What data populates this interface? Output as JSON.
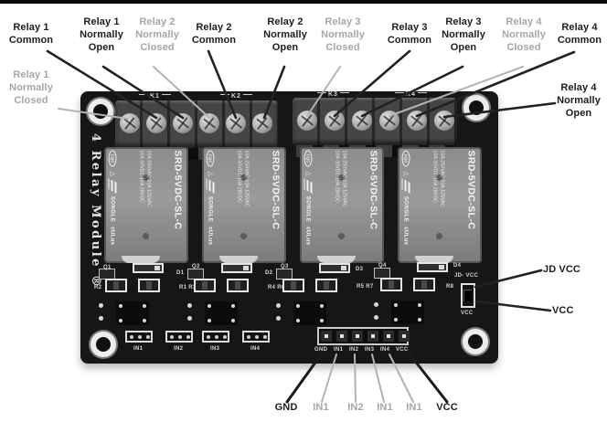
{
  "figure": {
    "description_type": "annotated-relay-module-diagram",
    "colors": {
      "background": "#ffffff",
      "board": "#161616",
      "label_dark": "#1d1d1d",
      "label_gray": "#a6a6a6",
      "silkscreen": "#d6d6d6",
      "relay_body": "#8d8d8d"
    }
  },
  "labels": {
    "top": [
      {
        "text": "Relay 1\nCommon",
        "tone": "dark"
      },
      {
        "text": "Relay 1\nNormally\nOpen",
        "tone": "dark"
      },
      {
        "text": "Relay 2\nNormally\nClosed",
        "tone": "gray"
      },
      {
        "text": "Relay 2\nCommon",
        "tone": "dark"
      },
      {
        "text": "Relay 2\nNormally\nOpen",
        "tone": "dark"
      },
      {
        "text": "Relay 3\nNormally\nClosed",
        "tone": "gray"
      },
      {
        "text": "Relay 3\nCommon",
        "tone": "dark"
      },
      {
        "text": "Relay 3\nNormally\nOpen",
        "tone": "dark"
      },
      {
        "text": "Relay 4\nNormally\nClosed",
        "tone": "gray"
      },
      {
        "text": "Relay 4\nCommon",
        "tone": "dark"
      }
    ],
    "left": {
      "text": "Relay 1\nNormally\nClosed"
    },
    "right_top": {
      "text": "Relay 4\nNormally\nOpen"
    },
    "jd_vcc": "JD VCC",
    "vcc_right": "VCC",
    "bottom": [
      {
        "text": "GND",
        "tone": "dark"
      },
      {
        "text": "IN1",
        "tone": "gray"
      },
      {
        "text": "IN2",
        "tone": "gray"
      },
      {
        "text": "IN1",
        "tone": "gray"
      },
      {
        "text": "IN1",
        "tone": "gray"
      },
      {
        "text": "VCC",
        "tone": "dark"
      }
    ]
  },
  "board": {
    "title_vertical": "4 Relay Module ®",
    "connector_silk": [
      "K1",
      "K2",
      "K3",
      "K4"
    ],
    "relay": {
      "model": "SRD-5VDC-SL-C",
      "rating_line1": "10A 250VAC  10A 125VAC",
      "rating_line2": "10A 30VDC   10A 28VDC",
      "brand": "SONGLE",
      "cert_left": "CQC",
      "cert_tri": "△",
      "cert_right": "cULus"
    },
    "silk": {
      "q": [
        "Q1",
        "Q2",
        "Q3",
        "Q4"
      ],
      "d": [
        "D1",
        "D2",
        "D3",
        "D4"
      ],
      "r": [
        "R2",
        "R1 R3",
        "R4 R6",
        "R5 R7",
        "R8"
      ],
      "inputs": [
        "IN1",
        "IN2",
        "IN3",
        "IN4"
      ],
      "header": [
        "GND",
        "IN1",
        "IN2",
        "IN3",
        "IN4",
        "VCC"
      ],
      "jumper_top": "JD- VCC",
      "jumper_bottom": "VCC"
    }
  }
}
